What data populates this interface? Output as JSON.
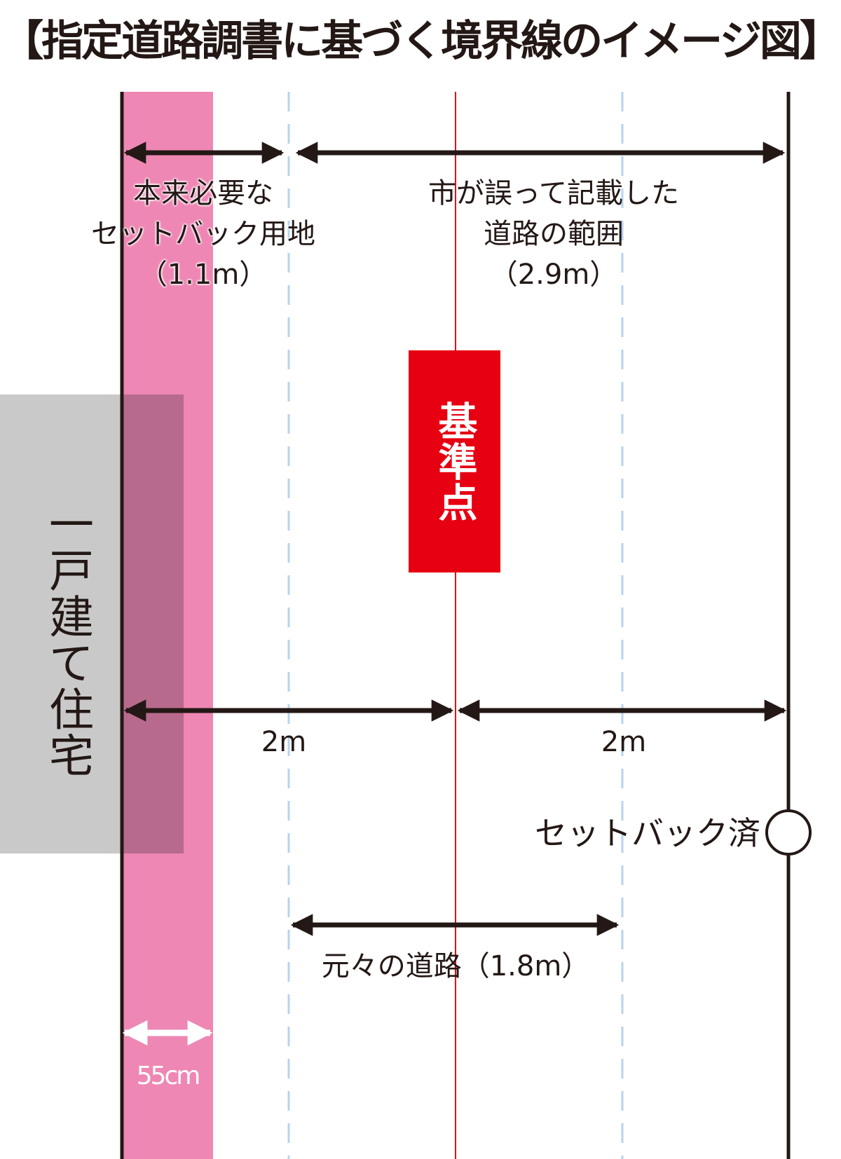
{
  "title": "【指定道路調書に基づく境界線のイメージ図】",
  "labels": {
    "setback_required": [
      "本来必要な",
      "セットバック用地",
      "（1.1m）"
    ],
    "city_error": [
      "市が誤って記載した",
      "道路の範囲",
      "（2.9m）"
    ],
    "reference_point": "基準点",
    "house": "一戸建て住宅",
    "left_2m": "2m",
    "right_2m": "2m",
    "setback_done": "セットバック済",
    "original_road": "元々の道路（1.8m）",
    "width_55cm": "55cm"
  },
  "colors": {
    "setback_band": "#ee87b4",
    "house": "#c9c9c9",
    "overlap": "#b86a8c",
    "reference": "#e60012",
    "centerline": "#e60012",
    "dashed": "#b7d3ef",
    "line": "#231815"
  }
}
